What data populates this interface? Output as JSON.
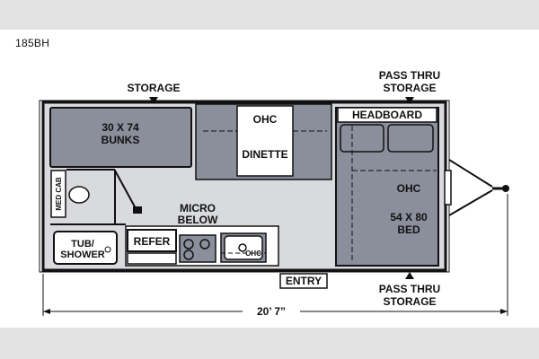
{
  "model": "185BH",
  "labels": {
    "storage_top": "STORAGE",
    "pass_thru_top_1": "PASS THRU",
    "pass_thru_top_2": "STORAGE",
    "bunks_1": "30 X 74",
    "bunks_2": "BUNKS",
    "ohc_dinette": "OHC",
    "dinette": "DINETTE",
    "headboard": "HEADBOARD",
    "ohc_bed": "OHC",
    "bed_1": "54 X 80",
    "bed_2": "BED",
    "med_cab": "MED CAB",
    "micro_1": "MICRO",
    "micro_2": "BELOW",
    "tub_1": "TUB/",
    "tub_2": "SHOWER",
    "refer": "REFER",
    "ohc_kitchen": "OHC",
    "entry": "ENTRY",
    "pass_thru_bottom_1": "PASS THRU",
    "pass_thru_bottom_2": "STORAGE",
    "length": "20’ 7”"
  },
  "colors": {
    "furniture": "#8b8f9c",
    "floor": "#d9dadd",
    "wall": "#111111",
    "band": "#e3e3e3"
  }
}
